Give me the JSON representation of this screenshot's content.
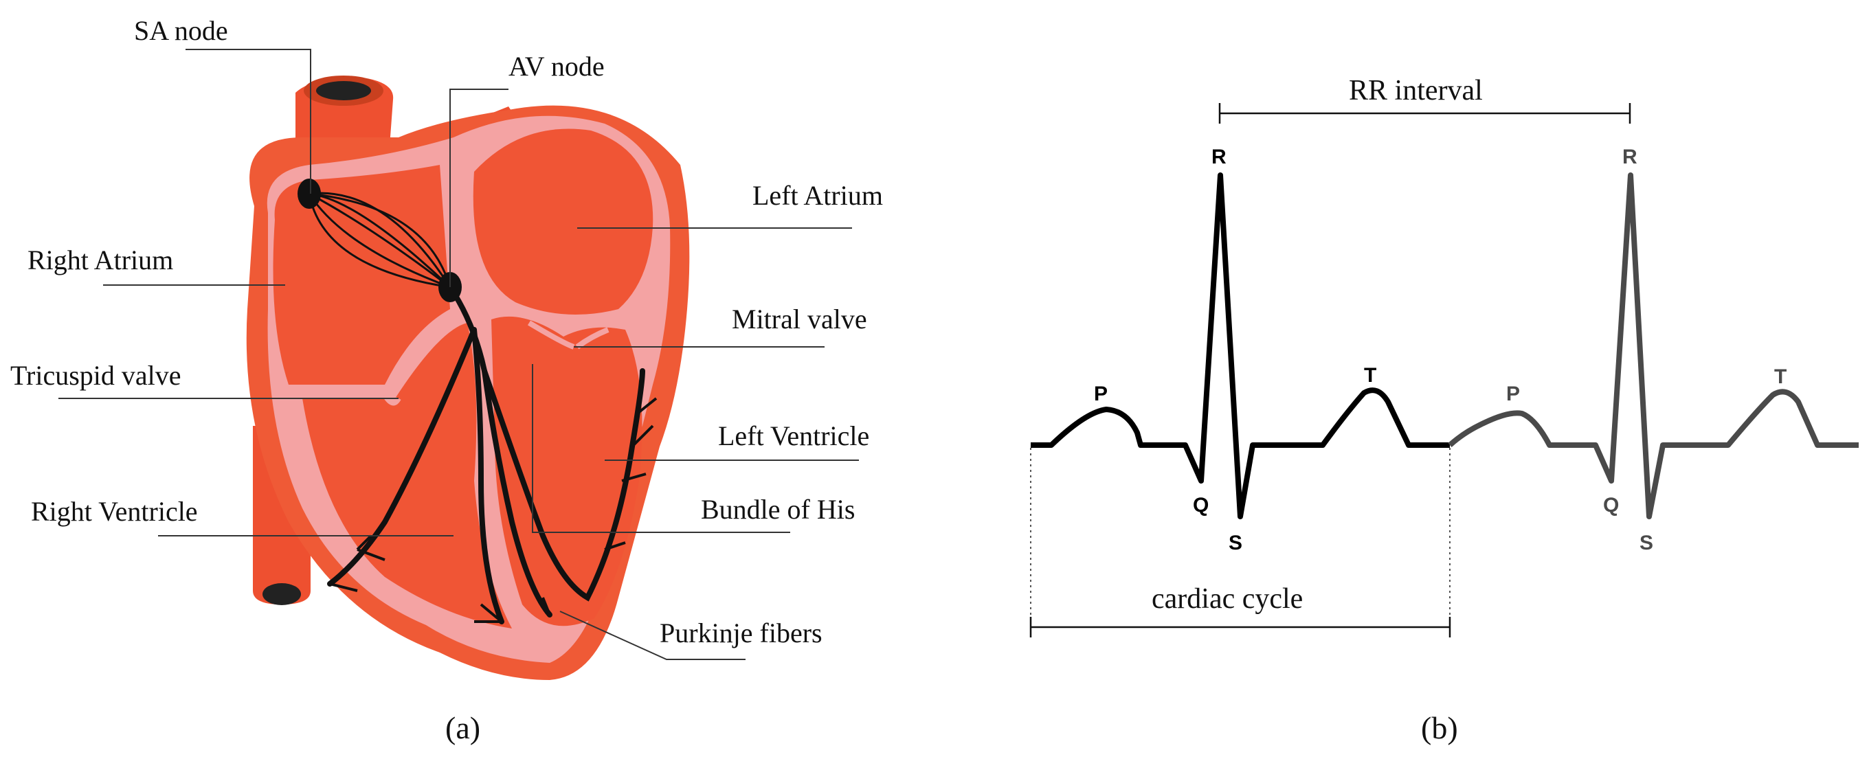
{
  "heart": {
    "labels": {
      "sa_node": "SA node",
      "av_node": "AV node",
      "left_atrium": "Left Atrium",
      "right_atrium": "Right Atrium",
      "mitral_valve": "Mitral valve",
      "tricuspid_valve": "Tricuspid valve",
      "left_ventricle": "Left Ventricle",
      "right_ventricle": "Right Ventricle",
      "bundle_of_his": "Bundle of His",
      "purkinje_fibers": "Purkinje fibers"
    },
    "caption": "(a)",
    "colors": {
      "muscle": "#f25a33",
      "pericardium": "#f4a3a3",
      "conduction": "#111111"
    }
  },
  "ecg": {
    "rr_interval_label": "RR interval",
    "cardiac_cycle_label": "cardiac cycle",
    "waves_cycle1": {
      "p": "P",
      "q": "Q",
      "r": "R",
      "s": "S",
      "t": "T"
    },
    "waves_cycle2": {
      "p": "P",
      "q": "Q",
      "r": "R",
      "s": "S",
      "t": "T"
    },
    "caption": "(b)",
    "colors": {
      "cycle1": "#000000",
      "cycle2": "#4a4a4a"
    }
  }
}
